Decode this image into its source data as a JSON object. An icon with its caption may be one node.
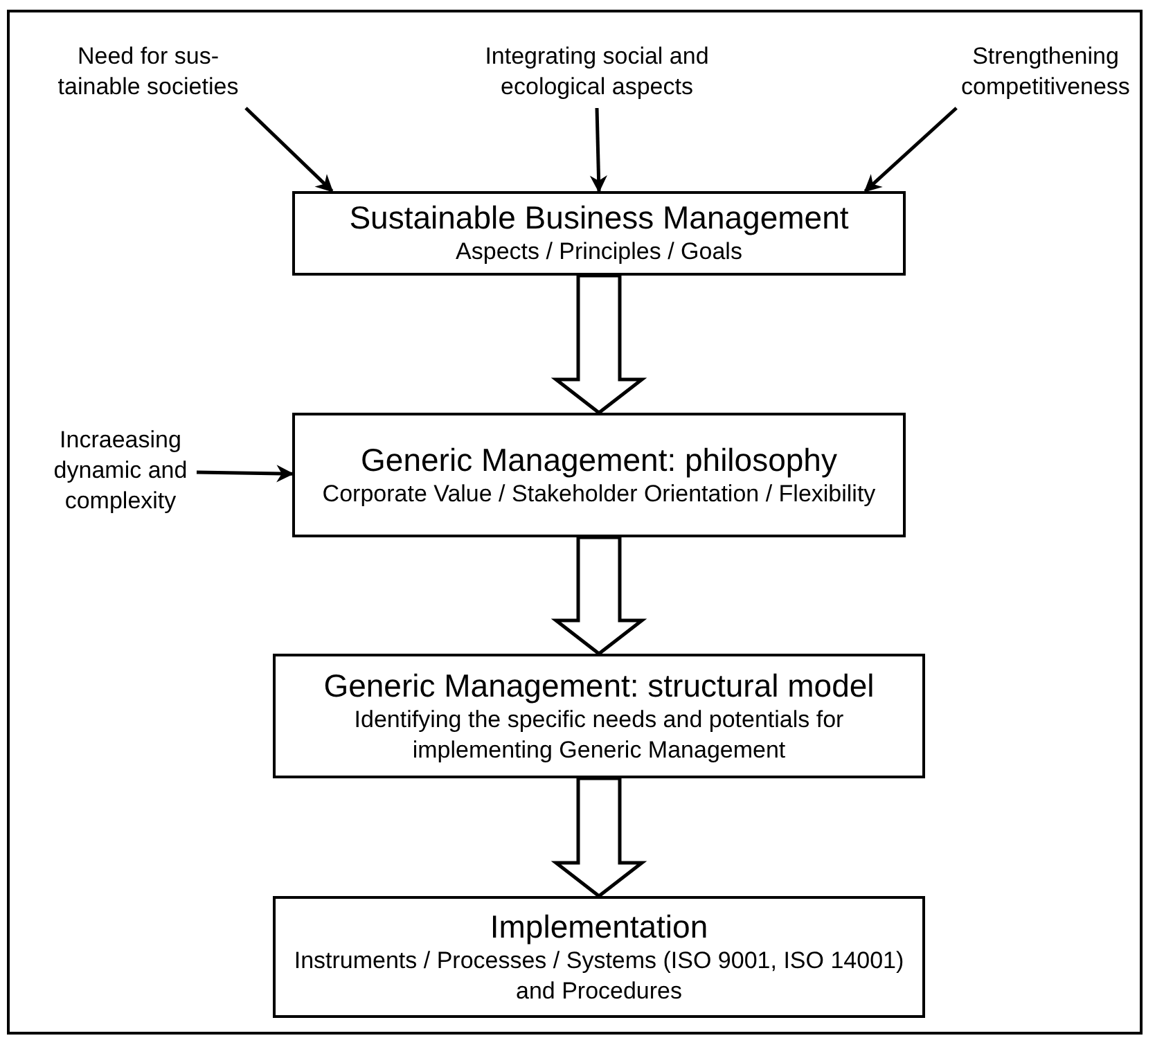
{
  "diagram": {
    "nodes": [
      {
        "text": [
          "Need for sus- tainable societies"
        ]
      },
      {
        "text": [
          "Integrating social and ecological aspects"
        ]
      },
      {
        "text": [
          "Strengthening competitiveness"
        ]
      },
      {
        "text": [
          "Sustainable Business Management",
          "Aspects / Principles / Goals"
        ]
      },
      {
        "text": [
          "Incraeasing dynamic and complexity"
        ]
      },
      {
        "text": [
          "Generic Management: philosophy",
          "Corporate Value / Stakeholder Orientation / Flexibility"
        ]
      },
      {
        "text": [
          "Generic Management: structural model",
          "Identifying the specific needs and potentials for implementing Generic Management"
        ]
      },
      {
        "text": [
          "Implementation",
          "Instruments / Processes / Systems (ISO 9001, ISO 14001) and Procedures"
        ]
      }
    ],
    "edges": [
      {
        "from": 0,
        "to": 3,
        "arrow": "to"
      },
      {
        "from": 1,
        "to": 3,
        "arrow": "to"
      },
      {
        "from": 2,
        "to": 3,
        "arrow": "to"
      },
      {
        "from": 4,
        "to": 5,
        "arrow": "to"
      },
      {
        "from": 3,
        "to": 5,
        "arrow": "to",
        "style": "thick"
      },
      {
        "from": 5,
        "to": 6,
        "arrow": "to",
        "style": "thick"
      },
      {
        "from": 6,
        "to": 7,
        "arrow": "to",
        "style": "thick"
      }
    ]
  }
}
